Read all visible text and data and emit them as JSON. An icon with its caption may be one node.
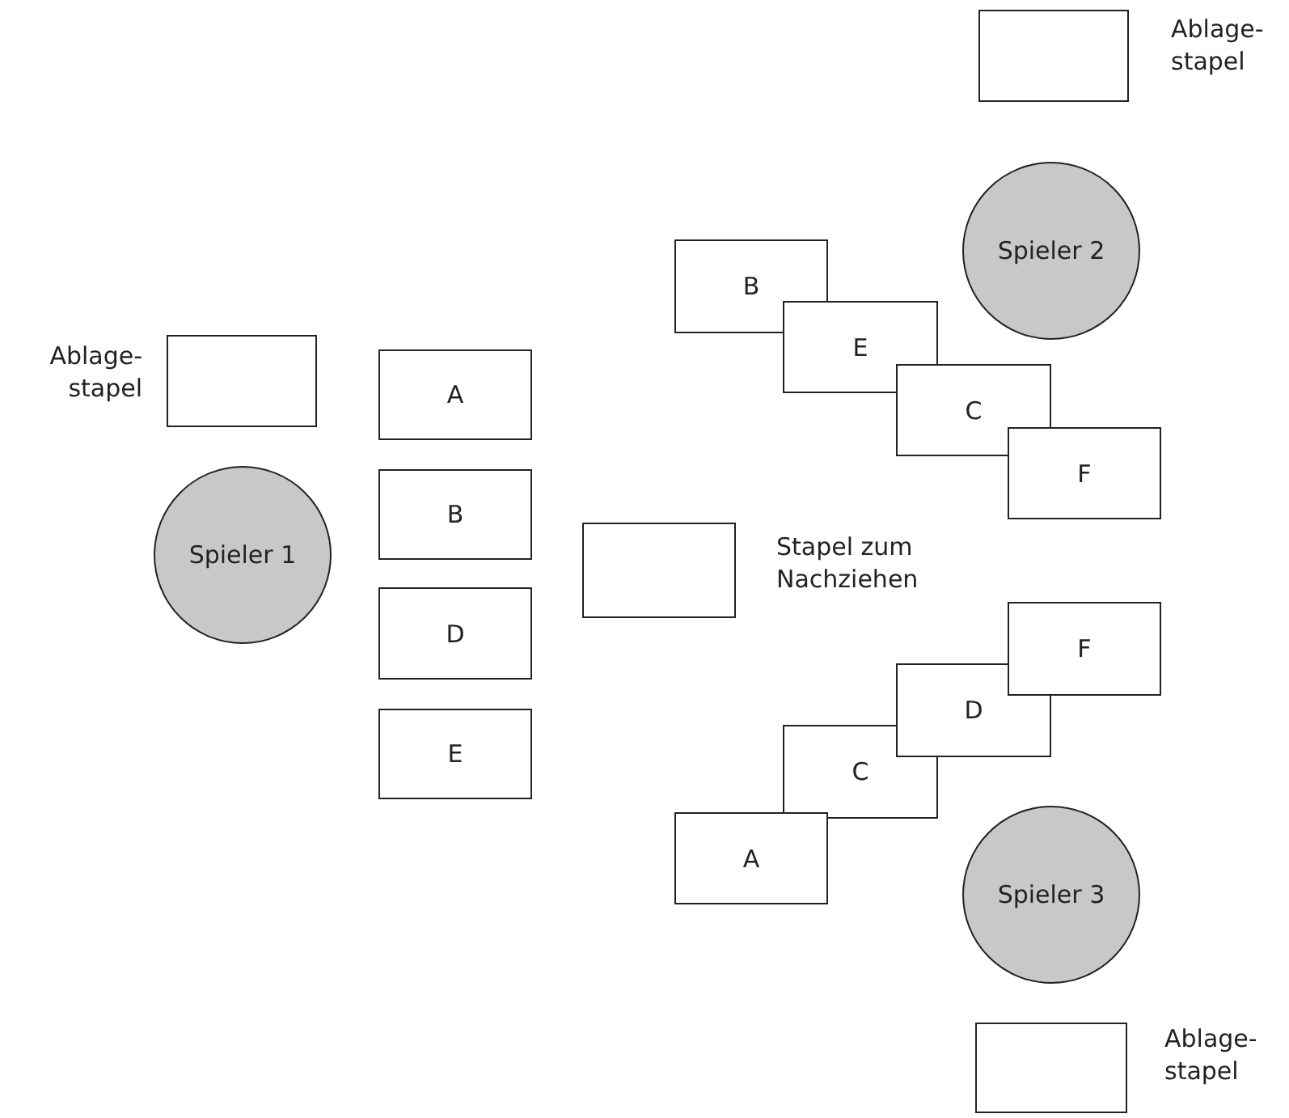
{
  "diagram": {
    "nodes": [
      {
        "text": [],
        "shape": "box",
        "beside": [
          "Ablage- stapel"
        ]
      },
      {
        "text": [
          "Spieler 2"
        ]
      },
      {
        "text": [
          "B"
        ]
      },
      {
        "text": [
          "E"
        ]
      },
      {
        "text": [
          "C"
        ]
      },
      {
        "text": [
          "F"
        ]
      },
      {
        "text": [],
        "shape": "box",
        "beside": [
          "Ablage- stapel"
        ]
      },
      {
        "text": [
          "A"
        ]
      },
      {
        "text": [
          "Spieler 1"
        ]
      },
      {
        "text": [
          "B"
        ]
      },
      {
        "text": [],
        "shape": "box",
        "beside": [
          "Stapel zum Nachziehen"
        ]
      },
      {
        "text": [
          "D"
        ]
      },
      {
        "text": [
          "F"
        ]
      },
      {
        "text": [
          "D"
        ]
      },
      {
        "text": [
          "E"
        ]
      },
      {
        "text": [
          "C"
        ]
      },
      {
        "text": [
          "A"
        ]
      },
      {
        "text": [
          "Spieler 3"
        ]
      },
      {
        "text": [],
        "shape": "box",
        "beside": [
          "Ablage- stapel"
        ]
      }
    ]
  }
}
